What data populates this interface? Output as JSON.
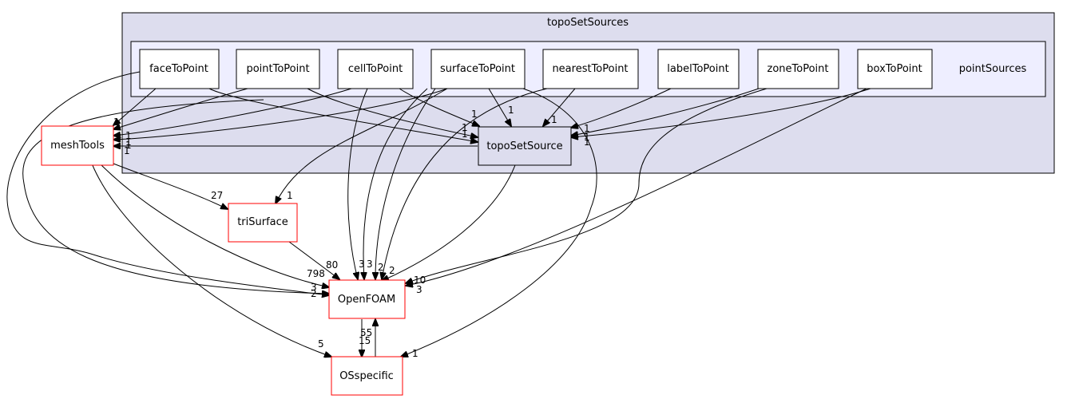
{
  "clusters": {
    "outer_title": "topoSetSources",
    "inner_title": "pointSources"
  },
  "nodes": {
    "faceToPoint": "faceToPoint",
    "pointToPoint": "pointToPoint",
    "cellToPoint": "cellToPoint",
    "surfaceToPoint": "surfaceToPoint",
    "nearestToPoint": "nearestToPoint",
    "labelToPoint": "labelToPoint",
    "zoneToPoint": "zoneToPoint",
    "boxToPoint": "boxToPoint",
    "topoSetSource": "topoSetSource",
    "meshTools": "meshTools",
    "triSurface": "triSurface",
    "OpenFOAM": "OpenFOAM",
    "OSspecific": "OSspecific"
  },
  "edge_labels": {
    "tss_topo_1": "1",
    "tss_topo_2": "1",
    "tss_topo_3": "1",
    "tss_topo_4": "1",
    "tss_topo_5": "1",
    "tss_topo_6": "1",
    "tss_topo_7": "1",
    "tss_topo_8": "1",
    "mesh_1": "1",
    "mesh_2": "1",
    "mesh_3": "1",
    "mesh_4": "1",
    "mesh_5": "1",
    "tri_27": "27",
    "tri_1": "1",
    "of_80": "80",
    "of_798": "798",
    "of_3a": "3",
    "of_3b": "3",
    "of_3c": "3",
    "of_2a": "2",
    "of_2b": "2",
    "of_2c": "2",
    "of_10": "10",
    "of_3d": "3",
    "of_55": "55",
    "os_15": "15",
    "os_5": "5",
    "os_1": "1"
  }
}
